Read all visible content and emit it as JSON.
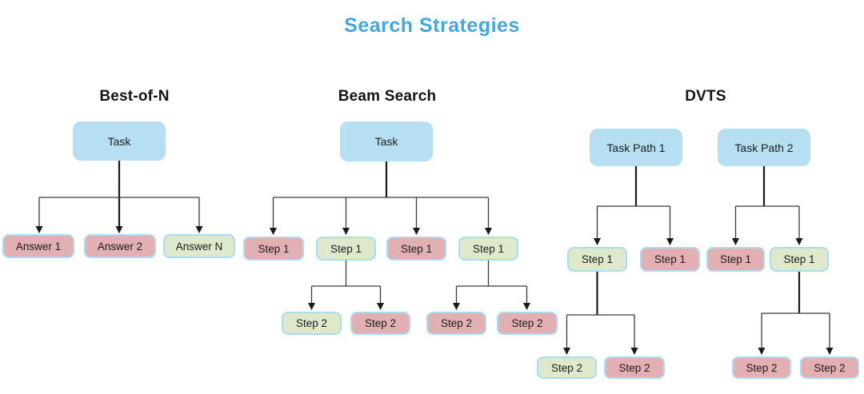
{
  "title": "Search Strategies",
  "palette": {
    "title_color": "#41a9e1",
    "heading_color": "#141414",
    "node_blue": "#b7dff2",
    "node_pink": "#e2afb3",
    "node_green": "#dde9ca",
    "node_border": "#abdcf2",
    "line_color": "#3a3a3a",
    "trunk_color": "#1a1a1a"
  },
  "sections": [
    {
      "heading": "Best-of-N",
      "nodes": [
        {
          "id": "task",
          "label": "Task",
          "color": "blue",
          "parent": null
        },
        {
          "id": "answer-1",
          "label": "Answer 1",
          "color": "pink",
          "parent": "task"
        },
        {
          "id": "answer-2",
          "label": "Answer 2",
          "color": "pink",
          "parent": "task"
        },
        {
          "id": "answer-n",
          "label": "Answer N",
          "color": "green",
          "parent": "task"
        }
      ]
    },
    {
      "heading": "Beam Search",
      "nodes": [
        {
          "id": "task",
          "label": "Task",
          "color": "blue",
          "parent": null
        },
        {
          "id": "step1-1",
          "label": "Step 1",
          "color": "pink",
          "parent": "task"
        },
        {
          "id": "step1-2",
          "label": "Step 1",
          "color": "green",
          "parent": "task"
        },
        {
          "id": "step1-3",
          "label": "Step 1",
          "color": "pink",
          "parent": "task"
        },
        {
          "id": "step1-4",
          "label": "Step 1",
          "color": "green",
          "parent": "task"
        },
        {
          "id": "step2-1",
          "label": "Step 2",
          "color": "green",
          "parent": "step1-2"
        },
        {
          "id": "step2-2",
          "label": "Step 2",
          "color": "pink",
          "parent": "step1-2"
        },
        {
          "id": "step2-3",
          "label": "Step 2",
          "color": "pink",
          "parent": "step1-4"
        },
        {
          "id": "step2-4",
          "label": "Step 2",
          "color": "pink",
          "parent": "step1-4"
        }
      ]
    },
    {
      "heading": "DVTS",
      "nodes": [
        {
          "id": "task-path-1",
          "label": "Task Path 1",
          "color": "blue",
          "parent": null
        },
        {
          "id": "task-path-2",
          "label": "Task Path 2",
          "color": "blue",
          "parent": null
        },
        {
          "id": "p1-step1-1",
          "label": "Step 1",
          "color": "green",
          "parent": "task-path-1"
        },
        {
          "id": "p1-step1-2",
          "label": "Step 1",
          "color": "pink",
          "parent": "task-path-1"
        },
        {
          "id": "p2-step1-1",
          "label": "Step 1",
          "color": "pink",
          "parent": "task-path-2"
        },
        {
          "id": "p2-step1-2",
          "label": "Step 1",
          "color": "green",
          "parent": "task-path-2"
        },
        {
          "id": "p1-step2-1",
          "label": "Step 2",
          "color": "green",
          "parent": "p1-step1-1"
        },
        {
          "id": "p1-step2-2",
          "label": "Step 2",
          "color": "pink",
          "parent": "p1-step1-1"
        },
        {
          "id": "p2-step2-1",
          "label": "Step 2",
          "color": "pink",
          "parent": "p2-step1-2"
        },
        {
          "id": "p2-step2-2",
          "label": "Step 2",
          "color": "pink",
          "parent": "p2-step1-2"
        }
      ]
    }
  ]
}
